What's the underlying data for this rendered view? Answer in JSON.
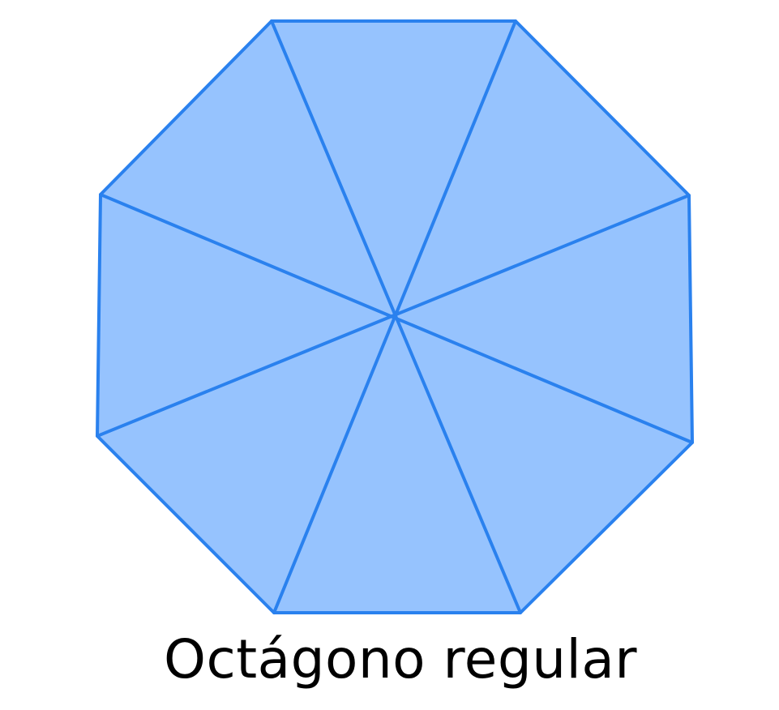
{
  "diagram": {
    "shape": "regular octagon",
    "sides": 8,
    "fill_color": "#96c3fe",
    "stroke_color": "#2a81ee",
    "caption": "Octágono regular"
  }
}
